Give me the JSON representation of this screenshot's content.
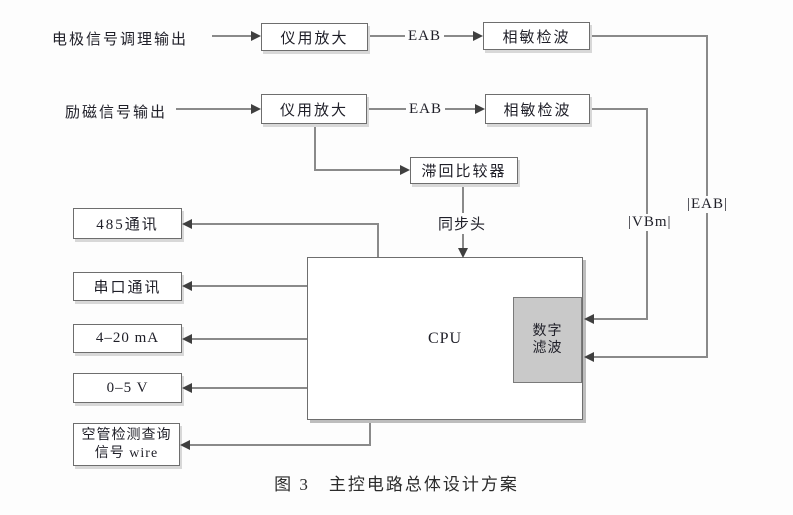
{
  "diagram": {
    "caption": "图 3　主控电路总体设计方案",
    "source_labels": {
      "electrode": "电极信号调理输出",
      "excitation": "励磁信号输出"
    },
    "nodes": {
      "inst_amp_1": "仪用放大",
      "inst_amp_2": "仪用放大",
      "phase_detector_1": "相敏检波",
      "phase_detector_2": "相敏检波",
      "hysteresis_comparator": "滞回比较器",
      "cpu": "CPU",
      "digital_filter_line1": "数字",
      "digital_filter_line2": "滤波",
      "comm_485": "485通讯",
      "serial_comm": "串口通讯",
      "current_loop": "4–20 mA",
      "voltage_out": "0–5 V",
      "empty_pipe_line1": "空管检测查询",
      "empty_pipe_line2": "信号 wire"
    },
    "wire_labels": {
      "eab_1": "EAB",
      "eab_2": "EAB",
      "sync_head": "同步头",
      "vbm_abs": "|VBm|",
      "eab_abs": "|EAB|"
    },
    "colors": {
      "line": "#8a8a8a",
      "box_border": "#6e6e6e",
      "digital_filter_fill": "#c9c9c9",
      "text": "#1f1f28",
      "background": "#fdfdfd"
    }
  }
}
